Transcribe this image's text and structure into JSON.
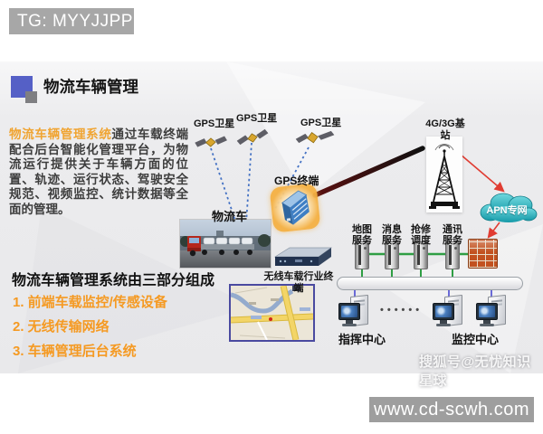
{
  "header": {
    "tg_badge": "TG: MYYJJPP"
  },
  "slide": {
    "title": "物流车辆管理",
    "intro": {
      "highlight": "物流车辆管理系统",
      "body": "通过车载终端配合后台智能化管理平台，为物流运行提供关于车辆方面的位置、轨迹、运行状态、驾驶安全规范、视频监控、统计数据等全面的管理。"
    },
    "composition": {
      "heading": "物流车辆管理系统由三部分组成",
      "items": [
        "1. 前端车载监控/传感设备",
        "2. 无线传输网络",
        "3. 车辆管理后台系统"
      ]
    },
    "diagram": {
      "satellite_labels": [
        "GPS卫星",
        "GPS卫星",
        "GPS卫星"
      ],
      "gps_terminal_label": "GPS终端",
      "truck_label": "物流车",
      "router_label": "无线车载行业终端",
      "base_station_label": "4G/3G基站",
      "apn_label": "APN专网",
      "servers": [
        "地图服务",
        "消息服务",
        "抢修调度",
        "通讯服务"
      ],
      "command_center_label": "指挥中心",
      "monitor_center_label": "监控中心",
      "ellipsis_dots": "••••••"
    },
    "watermark": "搜狐号@无忧知识星球"
  },
  "footer": {
    "website": "www.cd-scwh.com"
  },
  "colors": {
    "accent_orange": "#f59a23",
    "highlight_orange": "#f0a431",
    "title_square_blue": "#5560c6",
    "satellite_line_blue": "#4472c4",
    "arrow_red": "#e03c32",
    "cloud_teal": "#169aa8",
    "server_link_green": "#2f9e44",
    "badge_gray": "#a7a7a7"
  }
}
